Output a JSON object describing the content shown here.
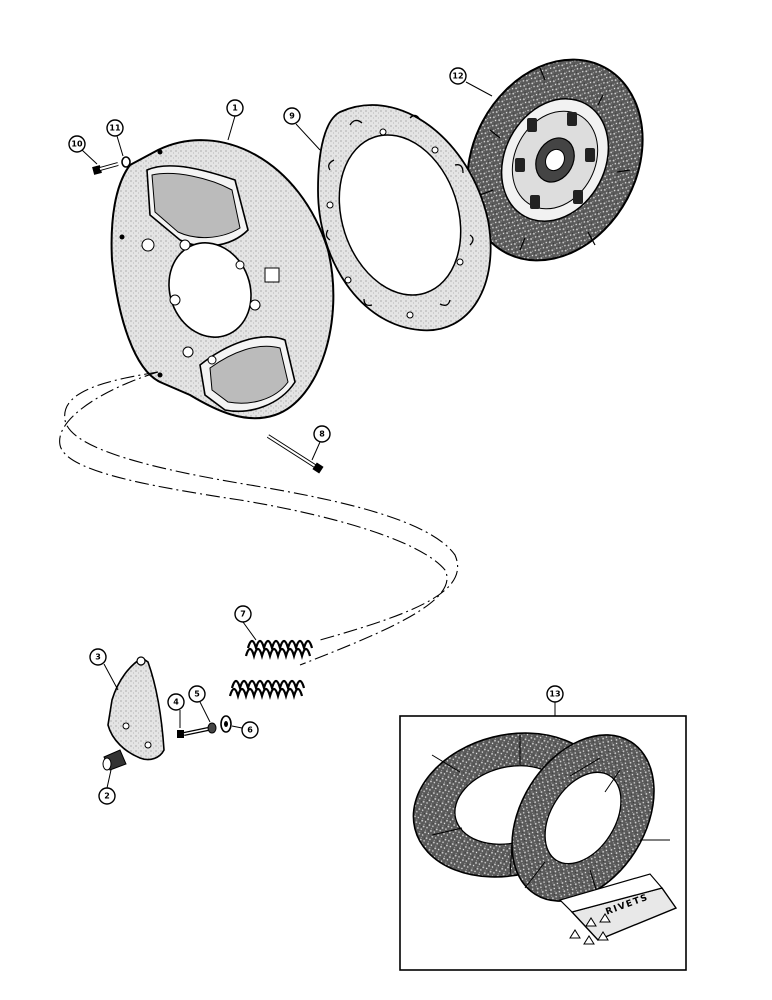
{
  "callouts": [
    {
      "id": "c1",
      "label": "1"
    },
    {
      "id": "c2",
      "label": "2"
    },
    {
      "id": "c3",
      "label": "3"
    },
    {
      "id": "c4",
      "label": "4"
    },
    {
      "id": "c5",
      "label": "5"
    },
    {
      "id": "c6",
      "label": "6"
    },
    {
      "id": "c7",
      "label": "7"
    },
    {
      "id": "c8",
      "label": "8"
    },
    {
      "id": "c9",
      "label": "9"
    },
    {
      "id": "c10",
      "label": "10"
    },
    {
      "id": "c11",
      "label": "11"
    },
    {
      "id": "c12",
      "label": "12"
    },
    {
      "id": "c13",
      "label": "13"
    }
  ],
  "inset": {
    "packet_text": "RIVETS"
  },
  "colors": {
    "ink": "#000000",
    "paper": "#ffffff",
    "lining_fill": "#6e6e6e",
    "plate_fill": "#dcdcdc"
  }
}
